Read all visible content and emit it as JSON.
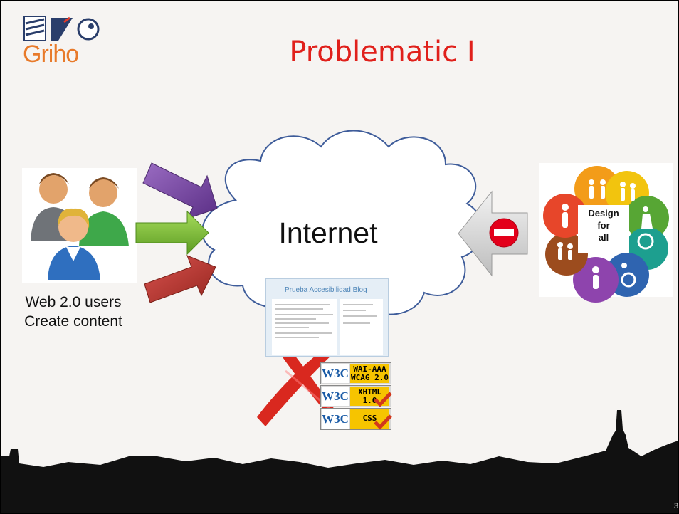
{
  "slide": {
    "title": "Problematic I",
    "logo_text": "Griho",
    "cloud_label": "Internet",
    "users_caption_line1": "Web 2.0 users",
    "users_caption_line2": "Create content",
    "design_for_all": {
      "line1": "Design",
      "line2": "for",
      "line3": "all"
    },
    "blog_title": "Prueba Accesibilidad Blog",
    "badges": [
      {
        "logo": "W3C",
        "line1": "WAI-AAA",
        "line2": "WCAG 2.0"
      },
      {
        "logo": "W3C",
        "line1": "XHTML",
        "line2": "1.0"
      },
      {
        "logo": "W3C",
        "line1": "CSS",
        "line2": ""
      }
    ],
    "slide_number": "3"
  },
  "colors": {
    "title": "#e0201b",
    "arrow_purple": "#7b4fa0",
    "arrow_green": "#7cbf3a",
    "arrow_red": "#c0392b",
    "blocked_arrow": "#d9d9d9",
    "no_entry": "#e3001b",
    "cross": "#d9281f",
    "check": "#d2381c"
  }
}
